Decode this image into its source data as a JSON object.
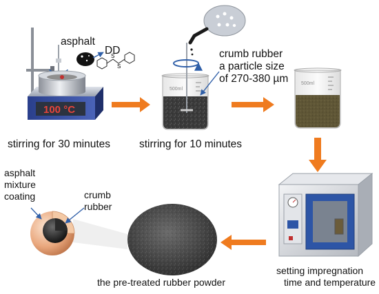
{
  "diagram": {
    "steps": [
      {
        "caption": "stirring for 30 minutes",
        "temperature": "100 °C",
        "inputs": [
          "asphalt",
          "DD"
        ]
      },
      {
        "caption": "stirring for 10 minutes",
        "additive": [
          "crumb rubber",
          "a particle size",
          "of 270-380 µm"
        ]
      },
      {
        "beaker_mark": "500ml"
      },
      {
        "caption": [
          "setting impregnation",
          "time and temperature"
        ]
      },
      {
        "caption": "the pre-treated rubber powder"
      },
      {
        "labels": {
          "coating": [
            "asphalt",
            "mixture",
            "coating"
          ],
          "core": [
            "crumb",
            "rubber"
          ]
        }
      }
    ],
    "colors": {
      "arrow": "#ef7b1f",
      "oven_door": "#2d55a6",
      "mixture": "#3a3a3a",
      "treated_mix": "#5f5636"
    },
    "icons": [
      "hotplate-stirrer-icon",
      "beaker-icon",
      "spoon-icon",
      "oven-icon",
      "sphere-icon"
    ]
  }
}
